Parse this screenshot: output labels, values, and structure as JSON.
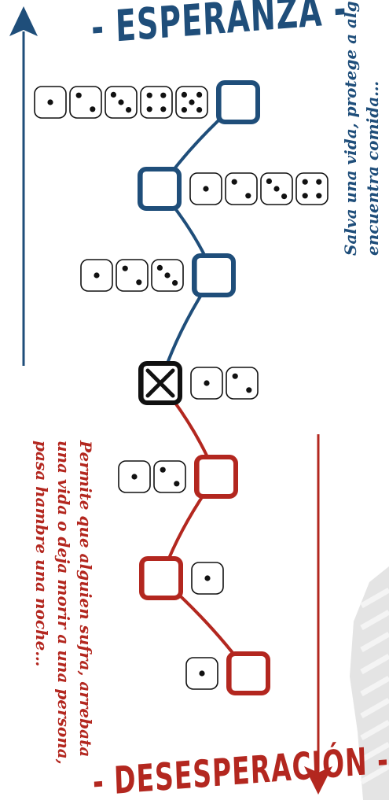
{
  "titles": {
    "top": "- ESPERANZA -",
    "bottom": "- DESESPERACIÓN -"
  },
  "hope_text": {
    "line1": "Salva una vida, protege a alguien,",
    "line2": "encuentra comida…"
  },
  "despair_text": {
    "line1": "Permite que alguien sufra, arrebata",
    "line2": "una vida o deja morir a una persona,",
    "line3": "pasa hambre una noche…"
  },
  "colors": {
    "hope": "#1f4e7a",
    "despair": "#b3271f",
    "neutral": "#111111"
  },
  "icons": {
    "hope_arrow": "arrow-up-icon",
    "despair_arrow": "arrow-down-icon",
    "current_marker": "cross-icon"
  },
  "track": [
    {
      "side": "hope",
      "dice": [
        1,
        2,
        3,
        4,
        5
      ],
      "current": false
    },
    {
      "side": "hope",
      "dice": [
        1,
        2,
        3,
        4
      ],
      "current": false
    },
    {
      "side": "hope",
      "dice": [
        1,
        2,
        3
      ],
      "current": false
    },
    {
      "side": "neutral",
      "dice": [
        1,
        2
      ],
      "current": true
    },
    {
      "side": "despair",
      "dice": [
        1,
        2
      ],
      "current": false
    },
    {
      "side": "despair",
      "dice": [
        1
      ],
      "current": false
    },
    {
      "side": "despair",
      "dice": [
        1
      ],
      "current": false
    }
  ]
}
